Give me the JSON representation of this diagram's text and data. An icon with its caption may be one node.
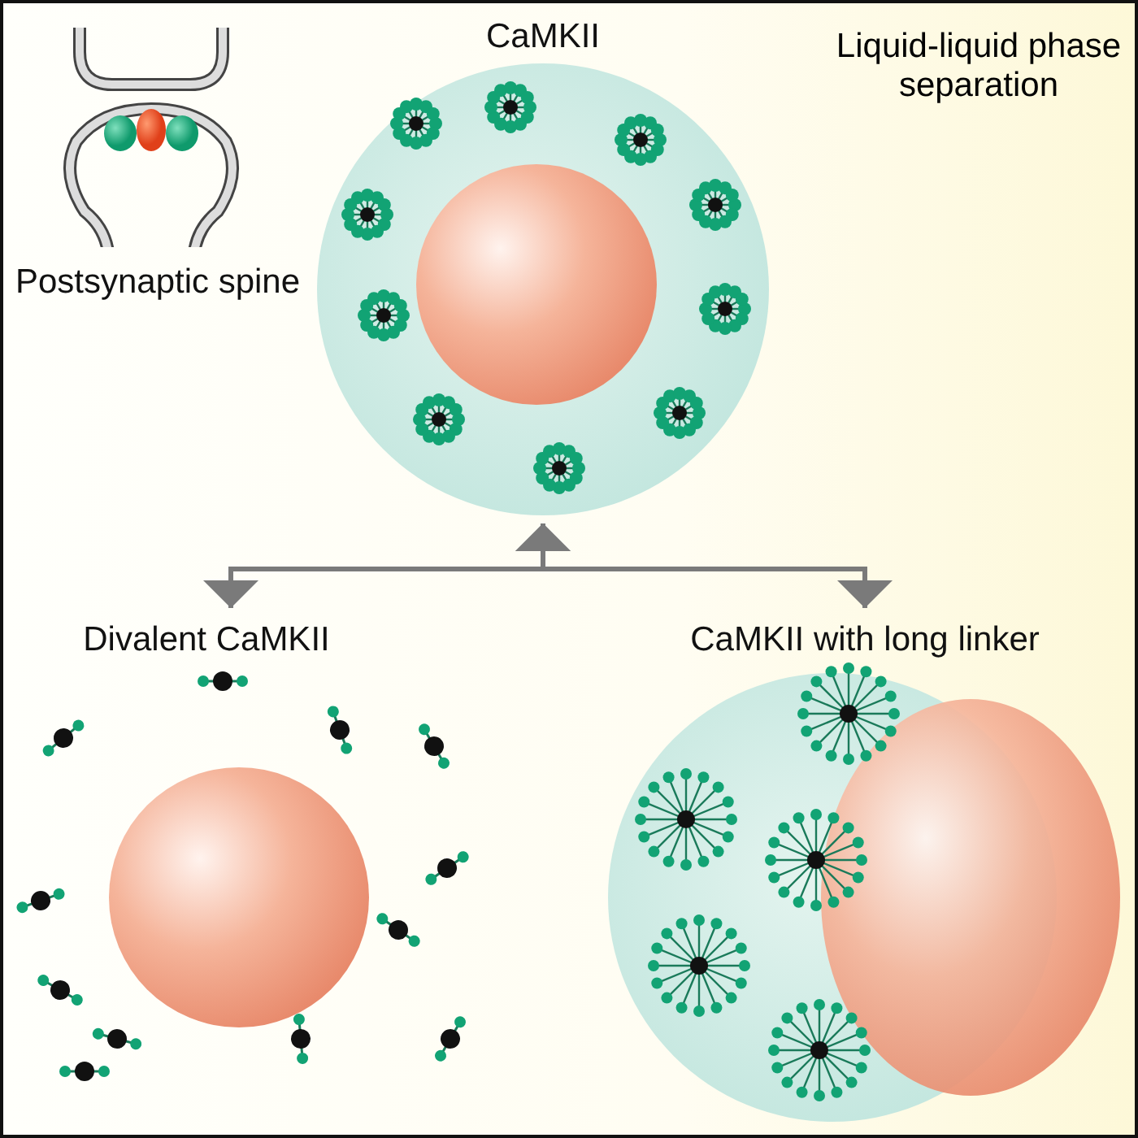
{
  "diagram": {
    "nodes": [
      {
        "text": [
          "Postsynaptic spine"
        ]
      },
      {
        "text": [
          "CaMKII"
        ]
      },
      {
        "text": [
          "Divalent CaMKII"
        ]
      },
      {
        "text": [
          "CaMKII with long linker"
        ]
      }
    ],
    "edges": [
      {
        "from": 1,
        "to": 2,
        "arrow": "both"
      },
      {
        "from": 1,
        "to": 3,
        "arrow": "both"
      }
    ],
    "labels": [
      "Liquid-liquid phase separation"
    ]
  }
}
